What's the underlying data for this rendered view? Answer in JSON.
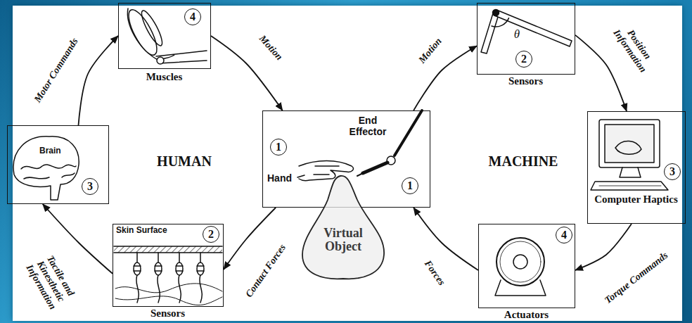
{
  "diagram": {
    "nodes": [
      {
        "text": [
          "Muscles"
        ]
      },
      {
        "text": [
          "Brain"
        ]
      },
      {
        "text": [
          "Skin Surface",
          "Sensors"
        ]
      },
      {
        "text": [
          "End Effector",
          "Hand"
        ]
      },
      {
        "text": [
          "Virtual Object"
        ],
        "in": 3
      },
      {
        "text": [
          "Sensors"
        ]
      },
      {
        "text": [
          "Computer Haptics"
        ]
      },
      {
        "text": [
          "Actuators"
        ]
      }
    ],
    "edges": [
      {
        "from": 1,
        "to": 0,
        "label": "Motor Commands",
        "arrow": "to"
      },
      {
        "from": 0,
        "to": 3,
        "label": "Motion",
        "arrow": "to"
      },
      {
        "from": 3,
        "to": 2,
        "label": "Contact Forces",
        "arrow": "to"
      },
      {
        "from": 2,
        "to": 1,
        "label": "Tactile and Kinesthetic Information",
        "arrow": "to"
      },
      {
        "from": 3,
        "to": 5,
        "label": "Motion",
        "arrow": "to"
      },
      {
        "from": 5,
        "to": 6,
        "label": "Position Information",
        "arrow": "to"
      },
      {
        "from": 6,
        "to": 7,
        "label": "Torque Commands",
        "arrow": "to"
      },
      {
        "from": 7,
        "to": 3,
        "label": "Forces",
        "arrow": "to"
      }
    ],
    "labels": [
      "4",
      "HUMAN",
      "3",
      "2",
      "1",
      "1",
      "2",
      "θ",
      "MACHINE",
      "3",
      "4"
    ]
  }
}
